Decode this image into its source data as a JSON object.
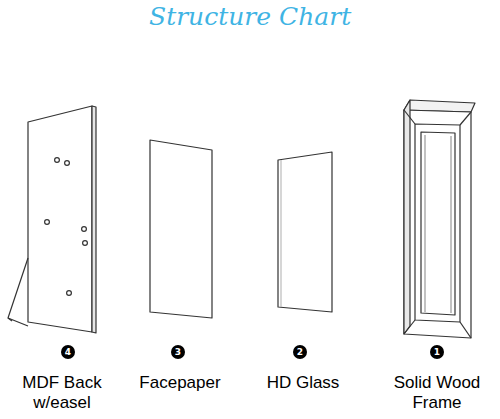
{
  "diagram": {
    "title": "Structure Chart",
    "labels": [
      "4",
      "MDF Back w/easel",
      "3",
      "Facepaper",
      "2",
      "HD Glass",
      "1",
      "Solid Wood Frame"
    ]
  }
}
